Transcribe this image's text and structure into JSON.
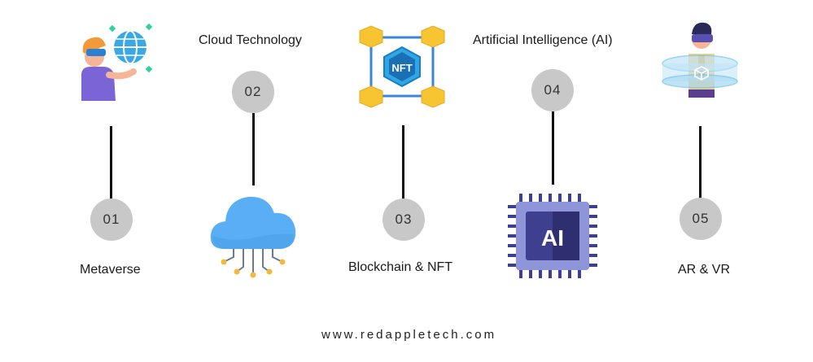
{
  "items": [
    {
      "number": "01",
      "label": "Metaverse",
      "icon": "metaverse-icon"
    },
    {
      "number": "02",
      "label": "Cloud Technology",
      "icon": "cloud-icon"
    },
    {
      "number": "03",
      "label": "Blockchain & NFT",
      "icon": "nft-blockchain-icon",
      "icon_text": "NFT"
    },
    {
      "number": "04",
      "label": "Artificial Intelligence (AI)",
      "icon": "ai-chip-icon",
      "icon_text": "AI"
    },
    {
      "number": "05",
      "label": "AR & VR",
      "icon": "vr-headset-icon"
    }
  ],
  "footer": "www.redappletech.com",
  "colors": {
    "circle": "#c8c8c8",
    "line": "#111111",
    "cloud": "#5aaef5",
    "chip": "#3f3f8f",
    "cube": "#f7c531",
    "nft": "#2fa6e6"
  }
}
